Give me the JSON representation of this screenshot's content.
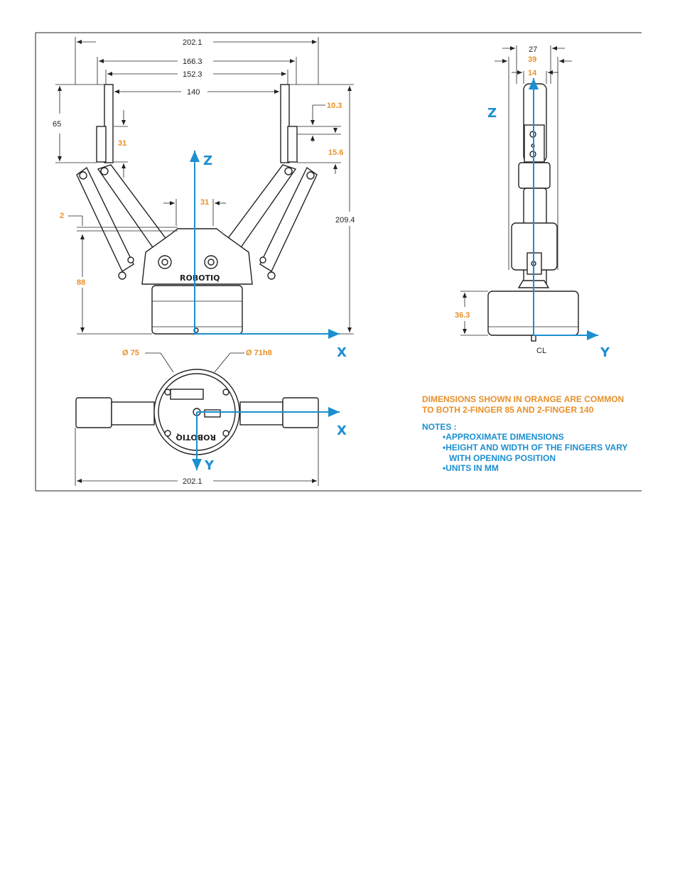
{
  "front_view": {
    "dims": {
      "overall_width": "202.1",
      "width_166": "166.3",
      "width_152": "152.3",
      "opening": "140",
      "finger_height": "65",
      "finger_31": "31",
      "pad_10": "10.3",
      "pad_15": "15.6",
      "offset_2": "2",
      "axis_31": "31",
      "overall_height": "209.4",
      "base_88": "88"
    },
    "axis_z": "Z",
    "axis_x": "X",
    "logo": "ROBOTIQ"
  },
  "side_view": {
    "dims": {
      "w27": "27",
      "w39": "39",
      "w14": "14",
      "h36": "36.3"
    },
    "axis_z": "Z",
    "axis_y": "Y",
    "centerline": "CL"
  },
  "bottom_view": {
    "dims": {
      "dia75": "Ø 75",
      "dia71": "Ø 71h8",
      "overall_width": "202.1"
    },
    "axis_x": "X",
    "axis_y": "Y",
    "logo": "ROBOTIQ"
  },
  "notes": {
    "common_line1": "DIMENSIONS SHOWN IN ORANGE ARE COMMON",
    "common_line2": "TO BOTH 2-FINGER 85 AND 2-FINGER 140",
    "title": "NOTES :",
    "items": [
      "•APPROXIMATE DIMENSIONS",
      "•HEIGHT AND WIDTH OF THE FINGERS VARY",
      "WITH OPENING POSITION",
      "•UNITS IN MM"
    ]
  },
  "colors": {
    "orange": "#e8902a",
    "blue": "#1b8fd0",
    "line": "#222222"
  }
}
